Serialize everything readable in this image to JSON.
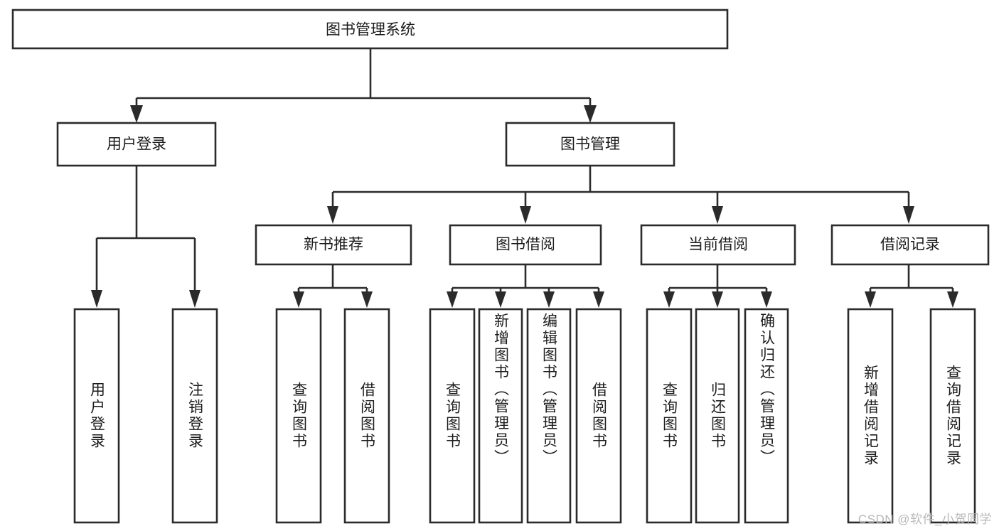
{
  "diagram": {
    "title": "图书管理系统",
    "type": "tree-hierarchy",
    "root": {
      "id": "root",
      "label": "图书管理系统"
    },
    "level1": [
      {
        "id": "user-login",
        "label": "用户登录"
      },
      {
        "id": "book-management",
        "label": "图书管理"
      }
    ],
    "level2": [
      {
        "id": "new-book-recommend",
        "label": "新书推荐",
        "parent": "book-management"
      },
      {
        "id": "book-borrow",
        "label": "图书借阅",
        "parent": "book-management"
      },
      {
        "id": "current-borrow",
        "label": "当前借阅",
        "parent": "book-management"
      },
      {
        "id": "borrow-record",
        "label": "借阅记录",
        "parent": "book-management"
      }
    ],
    "leaves": {
      "user-login": [
        {
          "id": "leaf-user-login",
          "label": "用户登录"
        },
        {
          "id": "leaf-logout-login",
          "label": "注销登录"
        }
      ],
      "new-book-recommend": [
        {
          "id": "leaf-query-book-1",
          "label": "查询图书"
        },
        {
          "id": "leaf-borrow-book-1",
          "label": "借阅图书"
        }
      ],
      "book-borrow": [
        {
          "id": "leaf-query-book-2",
          "label": "查询图书"
        },
        {
          "id": "leaf-add-book",
          "label": "新增图书（管理员）"
        },
        {
          "id": "leaf-edit-book",
          "label": "编辑图书（管理员）"
        },
        {
          "id": "leaf-borrow-book-2",
          "label": "借阅图书"
        }
      ],
      "current-borrow": [
        {
          "id": "leaf-query-book-3",
          "label": "查询图书"
        },
        {
          "id": "leaf-return-book",
          "label": "归还图书"
        },
        {
          "id": "leaf-confirm-return",
          "label": "确认归还（管理员）"
        }
      ],
      "borrow-record": [
        {
          "id": "leaf-add-record",
          "label": "新增借阅记录"
        },
        {
          "id": "leaf-query-record",
          "label": "查询借阅记录"
        }
      ]
    },
    "colors": {
      "stroke": "#2b2b2b",
      "fill": "#ffffff",
      "text": "#1c1c1c",
      "watermark": "#b8b8b8",
      "background": "#ffffff"
    }
  },
  "watermark": {
    "text": "CSDN @软件_小贺同学"
  }
}
